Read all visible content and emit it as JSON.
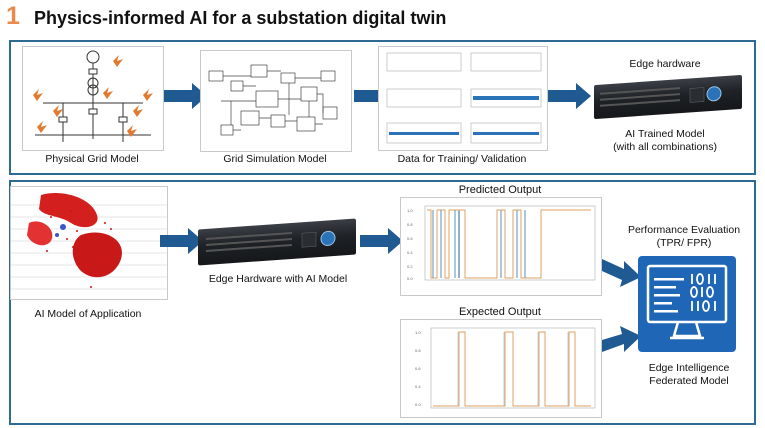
{
  "header": {
    "number": "1",
    "title": "Physics-informed AI for a substation digital twin"
  },
  "top_panel": {
    "physical_grid_label": "Physical Grid Model",
    "grid_sim_label": "Grid Simulation Model",
    "data_label": "Data for Training/ Validation",
    "edge_hw_title": "Edge hardware",
    "ai_trained_line1": "AI Trained Model",
    "ai_trained_line2": "(with all combinations)"
  },
  "bottom_panel": {
    "ai_model_label": "AI Model of Application",
    "edge_hw_label": "Edge Hardware  with AI Model",
    "predicted_title": "Predicted Output",
    "expected_title": "Expected Output",
    "perf_line1": "Performance Evaluation",
    "perf_line2": "(TPR/ FPR)",
    "edge_intel_line1": "Edge Intelligence",
    "edge_intel_line2": "Federated Model"
  },
  "colors": {
    "panel_border": "#2e6b93",
    "arrow": "#1f5a93",
    "accent_number": "#e98a4b",
    "monitor": "#1f67b6"
  },
  "icons": [
    "arrow-right-icon",
    "monitor-code-icon"
  ]
}
